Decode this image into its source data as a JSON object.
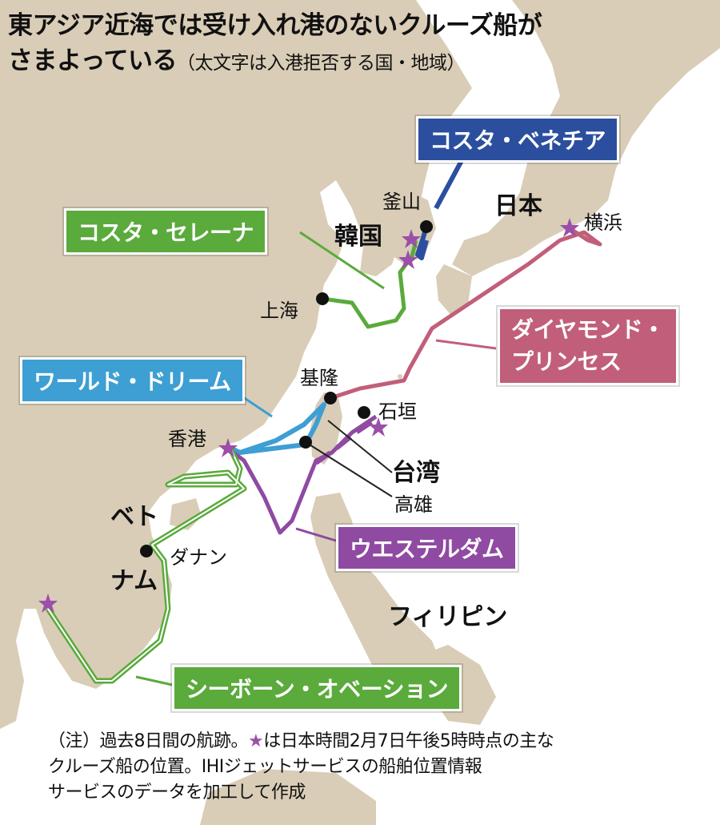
{
  "title_line1": "東アジア近海では受け入れ港のないクルーズ船が",
  "title_line2": "さまよっている",
  "title_sub": "（太文字は入港拒否する国・地域）",
  "ships": {
    "costa_venezia": {
      "label": "コスタ・ベネチア",
      "color": "#2b4f9e"
    },
    "costa_serena": {
      "label": "コスタ・セレーナ",
      "color": "#5aaa3c"
    },
    "diamond_princess_1": {
      "label": "ダイヤモンド・",
      "color": "#c15f7a"
    },
    "diamond_princess_2": {
      "label": "プリンセス",
      "color": "#c15f7a"
    },
    "world_dream": {
      "label": "ワールド・ドリーム",
      "color": "#3d9fd3"
    },
    "westerdam": {
      "label": "ウエステルダム",
      "color": "#8f4aa2"
    },
    "seabourn_ovation": {
      "label": "シーボーン・オベーション",
      "color": "#5aaa3c"
    }
  },
  "places": {
    "busan": "釜山",
    "yokohama": "横浜",
    "shanghai": "上海",
    "keelung": "基隆",
    "ishigaki": "石垣",
    "hongkong": "香港",
    "kaohsiung": "高雄",
    "danang": "ダナン"
  },
  "countries": {
    "japan": "日本",
    "korea": "韓国",
    "taiwan": "台湾",
    "vietnam_1": "ベト",
    "vietnam_2": "ナム",
    "philippines": "フィリピン"
  },
  "note": {
    "prefix": "（注）過去8日間の航跡。",
    "star": "★",
    "line1_rest": "は日本時間2月7日午後5時時点の主な",
    "line2": "クルーズ船の位置。IHIジェットサービスの船舶位置情報",
    "line3": "サービスのデータを加工して作成"
  },
  "colors": {
    "land": "#d9cdb7",
    "sea": "#ffffff",
    "star": "#9b4fa8"
  }
}
